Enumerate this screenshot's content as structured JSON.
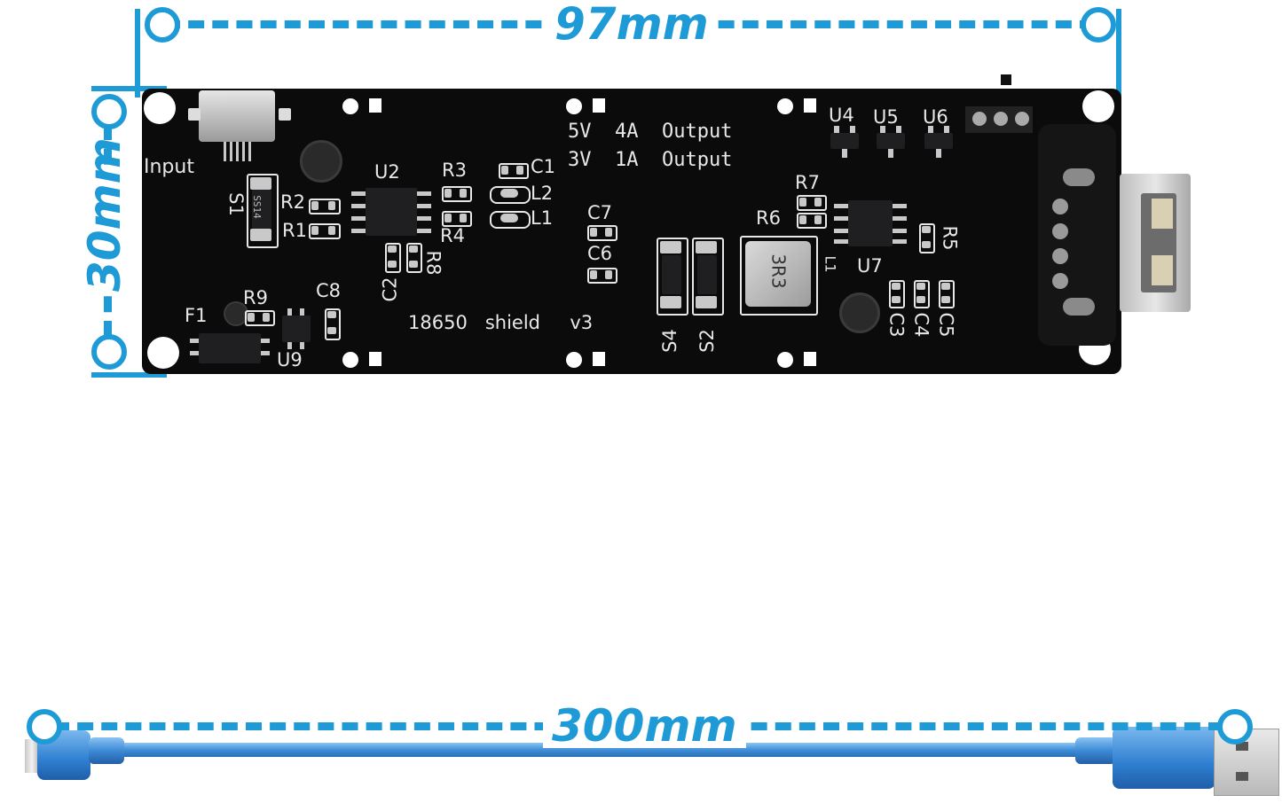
{
  "dimensions": {
    "width": "97mm",
    "height": "30mm",
    "cable_length": "300mm",
    "line_color": "#1e9ad6"
  },
  "board": {
    "color": "#0b0b0c",
    "silkscreen_color": "#e8e8e8",
    "output_line_1": "5V  4A  Output",
    "output_line_2": "3V  1A  Output",
    "footer": "18650   shield     v3",
    "input_label": "Input",
    "inductor_marking": "3R3",
    "diode_marking": "SS14",
    "designators": {
      "u2": "U2",
      "u4": "U4",
      "u5": "U5",
      "u6": "U6",
      "u7": "U7",
      "u9": "U9",
      "r1": "R1",
      "r2": "R2",
      "r3": "R3",
      "r4": "R4",
      "r5": "R5",
      "r6": "R6",
      "r7": "R7",
      "r8": "R8",
      "r9": "R9",
      "c1": "C1",
      "c2": "C2",
      "c3": "C3",
      "c4": "C4",
      "c5": "C5",
      "c6": "C6",
      "c7": "C7",
      "c8": "C8",
      "l1": "L1",
      "l2": "L2",
      "l1_inductor": "L1",
      "s1": "S1",
      "s2": "S2",
      "s4": "S4",
      "f1": "F1"
    }
  },
  "cable": {
    "color": "#3f8fd8"
  }
}
